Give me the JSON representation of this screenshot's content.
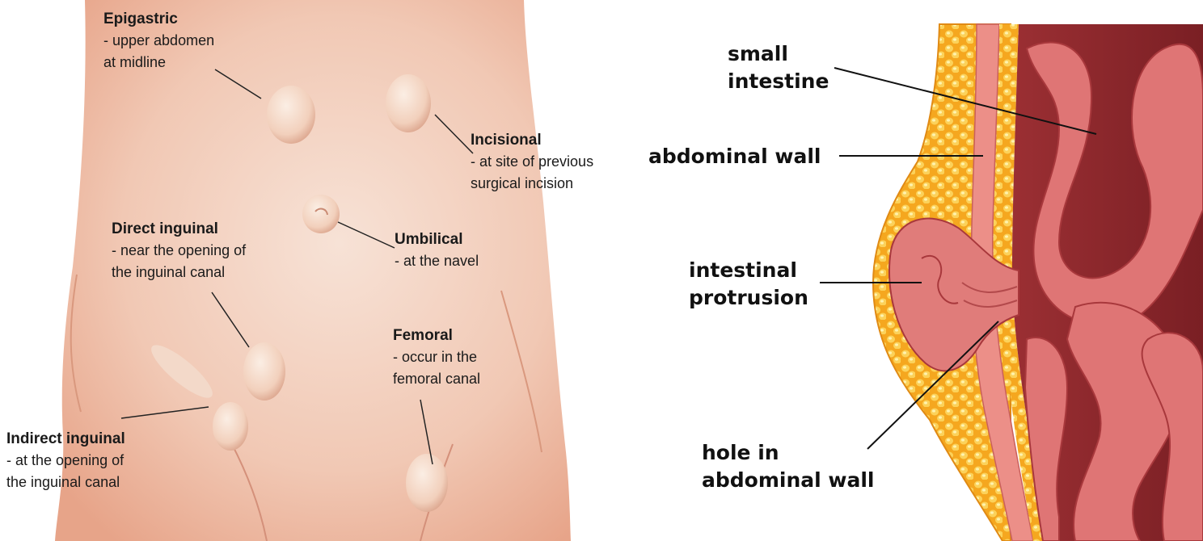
{
  "left": {
    "labels": [
      {
        "id": "epigastric",
        "title": "Epigastric",
        "desc": "- upper abdomen\nat midline"
      },
      {
        "id": "incisional",
        "title": "Incisional",
        "desc": "- at site of previous\nsurgical incision"
      },
      {
        "id": "direct-inguinal",
        "title": "Direct inguinal",
        "desc": "- near the opening of\nthe inguinal canal"
      },
      {
        "id": "umbilical",
        "title": "Umbilical",
        "desc": "- at the navel"
      },
      {
        "id": "femoral",
        "title": "Femoral",
        "desc": " - occur in the\nfemoral canal"
      },
      {
        "id": "indirect-inguinal",
        "title": "Indirect inguinal",
        "desc": "- at the opening of\nthe inguinal canal"
      }
    ]
  },
  "right": {
    "labels": [
      {
        "id": "small-intestine",
        "text": "small\nintestine"
      },
      {
        "id": "abdominal-wall",
        "text": "abdominal wall"
      },
      {
        "id": "intestinal-protrusion",
        "text": "intestinal\nprotrusion"
      },
      {
        "id": "hole-in-abdominal-wall",
        "text": "hole in\nabdominal wall"
      }
    ]
  },
  "colors": {
    "skin": "#f4d6c6",
    "skin_shadow": "#e9a98c",
    "bulge": "#f6dccb",
    "fat": "#f7b52a",
    "fat_light": "#fde07a",
    "muscle": "#e88a84",
    "intestine": "#dc7170",
    "intestine_dark": "#a63a3d",
    "leader": "#222222"
  }
}
